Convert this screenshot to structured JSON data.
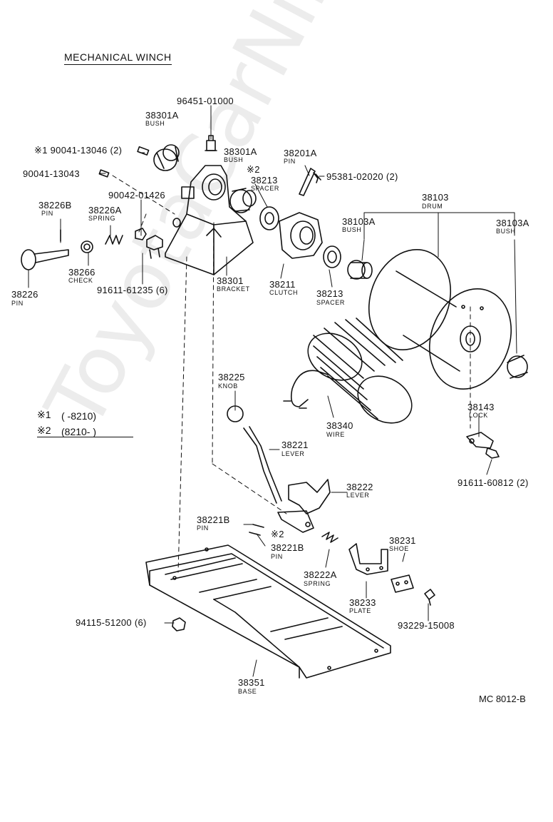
{
  "title": "MECHANICAL WINCH",
  "diagram_code": "MC 8012-B",
  "watermark": "ToyotaCarNine.ru",
  "notes": {
    "note1_mark": "※1",
    "note1_text": "(        -8210)",
    "note2_mark": "※2",
    "note2_text": "(8210-         )"
  },
  "parts": {
    "p96451": "96451-01000",
    "p38301A_a": "38301A",
    "p38301A_a_name": "BUSH",
    "p90041_13046": "※1 90041-13046 (2)",
    "p90041_13043": "90041-13043",
    "p38301A_b": "38301A",
    "p38301A_b_name": "BUSH",
    "p38201A": "38201A",
    "p38201A_name": "PIN",
    "mark2_a": "※2",
    "p38213_a": "38213",
    "p38213_a_name": "SPACER",
    "p95381": "95381-02020 (2)",
    "p90042": "90042-01426",
    "p38103": "38103",
    "p38103_name": "DRUM",
    "p38226B": "38226B",
    "p38226B_name": "PIN",
    "p38226A": "38226A",
    "p38226A_name": "SPRING",
    "p38103A_a": "38103A",
    "p38103A_a_name": "BUSH",
    "p38103A_b": "38103A",
    "p38103A_b_name": "BUSH",
    "p38266": "38266",
    "p38266_name": "CHECK",
    "p91611_61235": "91611-61235 (6)",
    "p38301": "38301",
    "p38301_name": "BRACKET",
    "p38211": "38211",
    "p38211_name": "CLUTCH",
    "p38213_b": "38213",
    "p38213_b_name": "SPACER",
    "p38226": "38226",
    "p38226_name": "PIN",
    "p38225": "38225",
    "p38225_name": "KNOB",
    "p38340": "38340",
    "p38340_name": "WIRE",
    "p38143": "38143",
    "p38143_name": "LOCK",
    "p38221": "38221",
    "p38221_name": "LEVER",
    "p91611_60812": "91611-60812 (2)",
    "p38222": "38222",
    "p38222_name": "LEVER",
    "p38221B_a": "38221B",
    "p38221B_a_name": "PIN",
    "mark2_b": "※2",
    "p38221B_b": "38221B",
    "p38221B_b_name": "PIN",
    "p38231": "38231",
    "p38231_name": "SHOE",
    "p38222A": "38222A",
    "p38222A_name": "SPRING",
    "p38233": "38233",
    "p38233_name": "PLATE",
    "p93229": "93229-15008",
    "p94115": "94115-51200 (6)",
    "p38351": "38351",
    "p38351_name": "BASE"
  }
}
